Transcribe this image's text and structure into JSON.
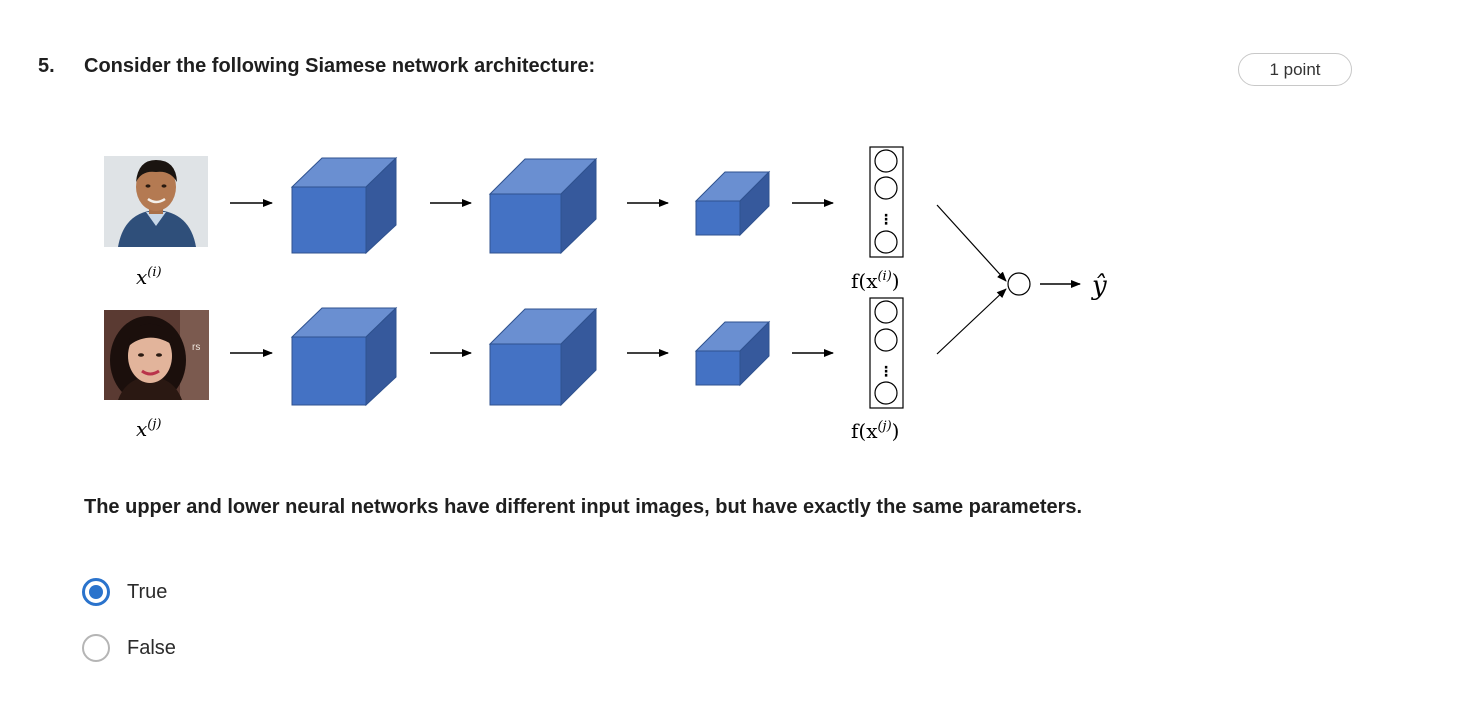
{
  "question": {
    "number": "5.",
    "title": "Consider the following Siamese network architecture:",
    "points": "1 point",
    "statement": "The upper and lower neural networks have different input images, but have exactly the same parameters."
  },
  "diagram": {
    "colors": {
      "cube_front": "#4472c4",
      "cube_top": "#6a8fd1",
      "cube_side": "#36599c",
      "arrow": "#000000"
    },
    "top_input_label": "x",
    "top_input_sup": "(i)",
    "bottom_input_label": "x",
    "bottom_input_sup": "(j)",
    "top_encoding_label": "f(x",
    "top_encoding_sup": "(i)",
    "top_encoding_close": ")",
    "bottom_encoding_label": "f(x",
    "bottom_encoding_sup": "(j)",
    "bottom_encoding_close": ")",
    "output_label": "ŷ",
    "encoding_dots": "⋮",
    "photo_watermark": "rs"
  },
  "options": [
    {
      "label": "True",
      "selected": true
    },
    {
      "label": "False",
      "selected": false
    }
  ],
  "accent_color": "#2a73cc"
}
